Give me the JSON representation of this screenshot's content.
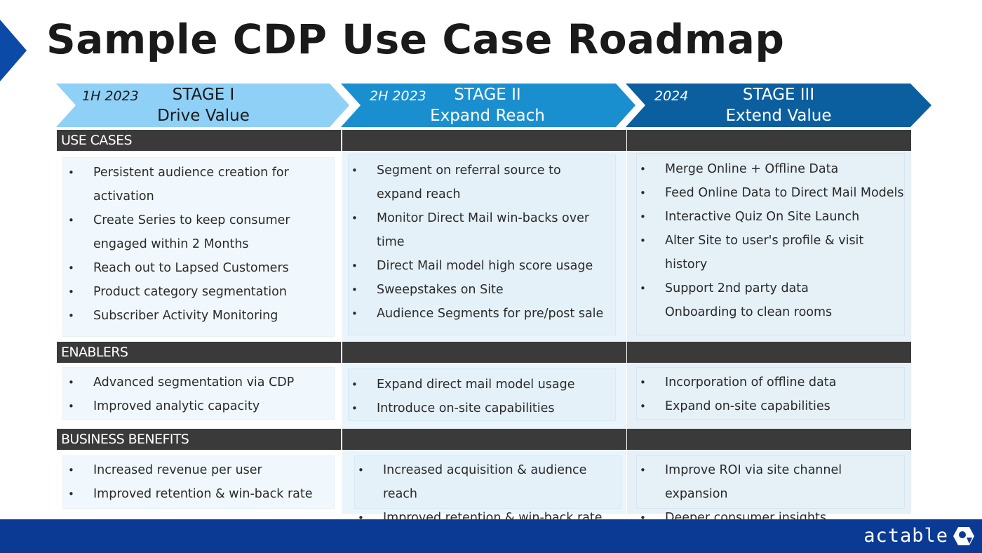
{
  "title": "Sample CDP Use Case Roadmap",
  "stages": [
    {
      "period": "1H 2023",
      "name": "STAGE I",
      "subtitle": "Drive Value",
      "color": "#8fd0f6"
    },
    {
      "period": "2H 2023",
      "name": "STAGE II",
      "subtitle": "Expand Reach",
      "color": "#1a8fd0"
    },
    {
      "period": "2024",
      "name": "STAGE III",
      "subtitle": "Extend Value",
      "color": "#0c5f9f"
    }
  ],
  "sections": {
    "use_cases": {
      "label": "USE CASES",
      "columns": [
        [
          "Persistent audience creation for activation",
          "Create Series to keep consumer engaged within 2 Months",
          "Reach out to Lapsed Customers",
          "Product category segmentation",
          "Subscriber Activity Monitoring"
        ],
        [
          "Segment on referral source to expand reach",
          "Monitor Direct Mail win-backs over time",
          "Direct Mail model high score usage",
          "Sweepstakes on Site",
          "Audience Segments for pre/post sale"
        ],
        [
          "Merge Online + Offline Data",
          "Feed Online Data to Direct Mail Models",
          "Interactive Quiz On Site Launch",
          "Alter Site to user's profile & visit history",
          "Support 2nd party data Onboarding to clean rooms"
        ]
      ]
    },
    "enablers": {
      "label": "ENABLERS",
      "columns": [
        [
          "Advanced segmentation via CDP",
          "Improved analytic capacity"
        ],
        [
          "Expand direct mail model usage",
          "Introduce on-site capabilities"
        ],
        [
          "Incorporation of offline data",
          "Expand on-site capabilities"
        ]
      ]
    },
    "business_benefits": {
      "label": "BUSINESS BENEFITS",
      "columns": [
        [
          "Increased revenue per user",
          "Improved retention & win-back rate"
        ],
        [
          "Increased acquisition & audience reach",
          "Improved retention & win-back rate"
        ],
        [
          "Improve ROI via site channel expansion",
          "Deeper consumer insights"
        ]
      ]
    }
  },
  "footer": {
    "brand": "actable",
    "color": "#0a3a94"
  }
}
